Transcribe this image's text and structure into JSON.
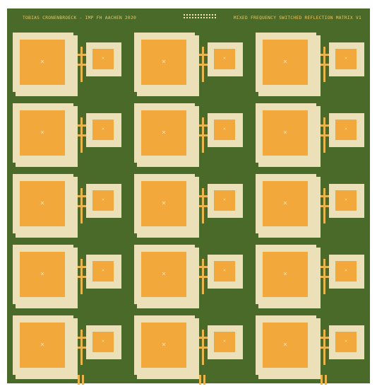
{
  "header": {
    "left_text": "TOBIAS CRONENBROECK - IMP FH AACHEN 2020",
    "right_text": "MIXED FREQUENCY SWITCHED REFLECTION MATRIX V1"
  },
  "grid": {
    "rows": 5,
    "columns": 3,
    "cell_marker": "×"
  },
  "colors": {
    "substrate": "#4a6a2a",
    "copper_pad": "#f2a83a",
    "silkscreen_frame": "#ece0b8",
    "text": "#e8c866"
  }
}
